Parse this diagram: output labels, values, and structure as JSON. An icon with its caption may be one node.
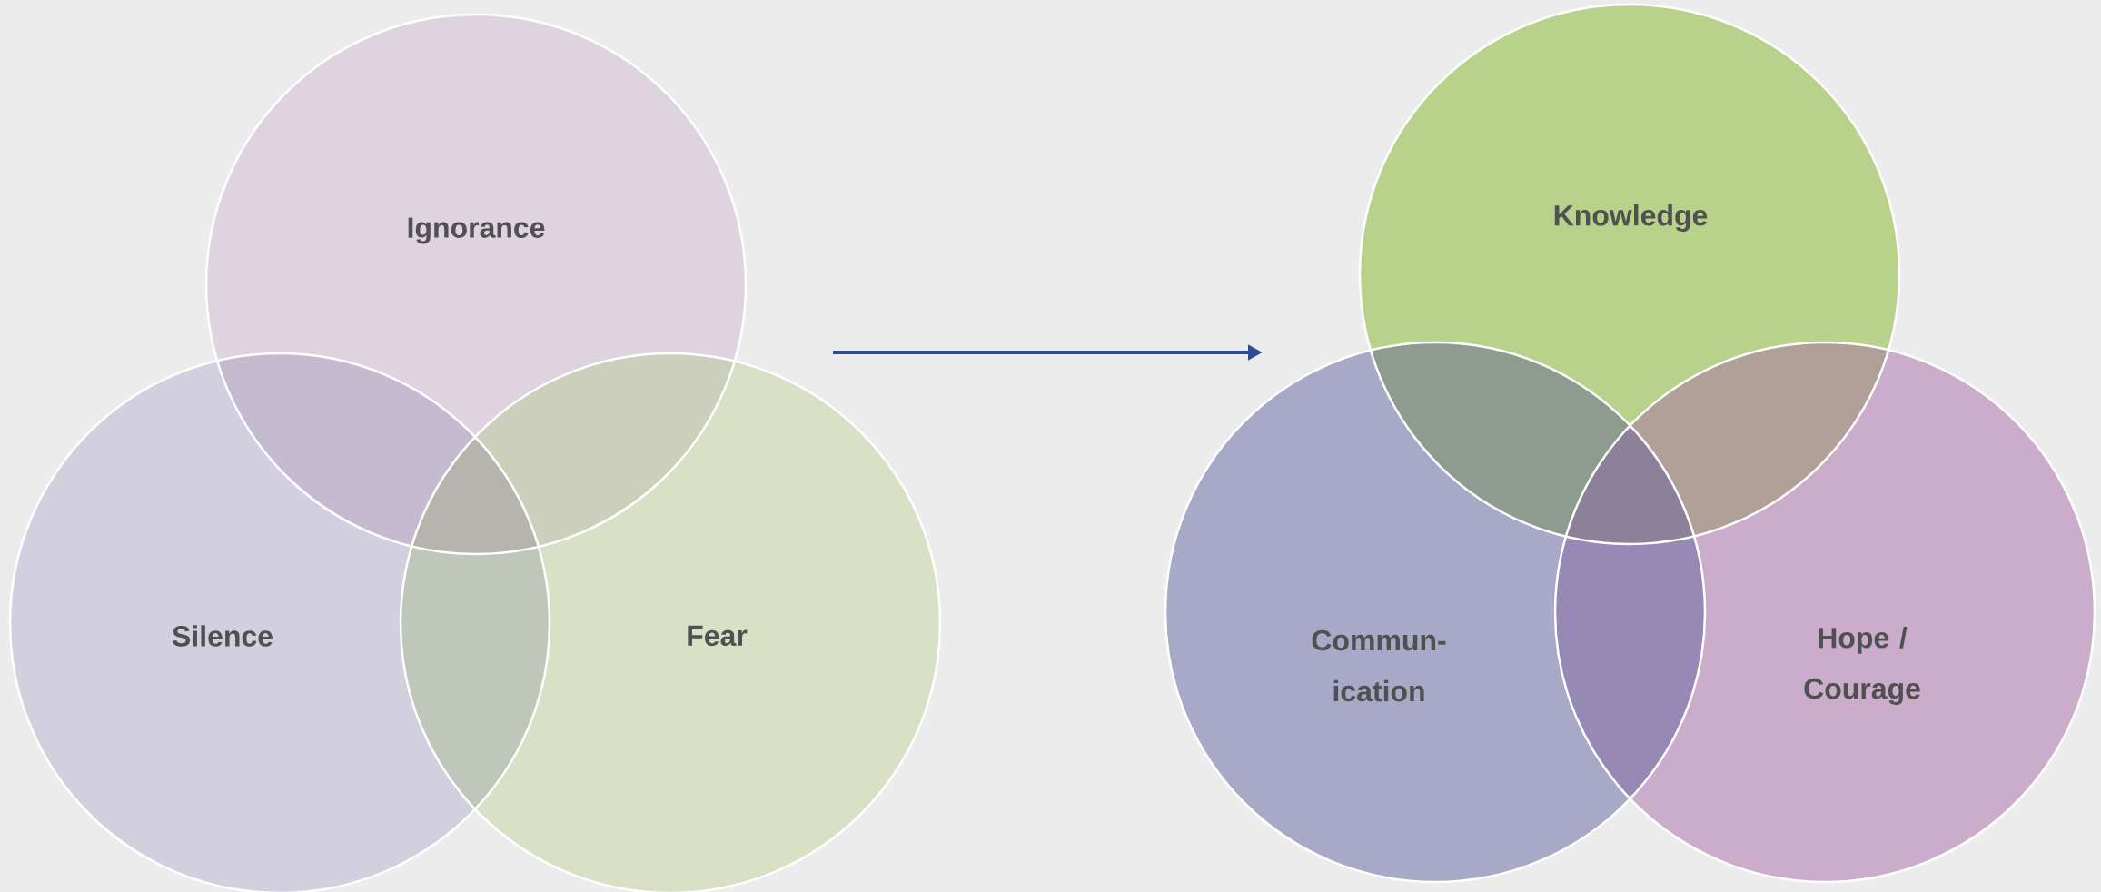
{
  "diagram": {
    "nodes": [
      {
        "text": [
          "Ignorance"
        ]
      },
      {
        "text": [
          "Silence"
        ]
      },
      {
        "text": [
          "Fear"
        ]
      },
      {
        "text": [
          "Knowledge"
        ]
      },
      {
        "text": [
          "Commun- ication"
        ]
      },
      {
        "text": [
          "Hope / Courage"
        ]
      }
    ]
  }
}
